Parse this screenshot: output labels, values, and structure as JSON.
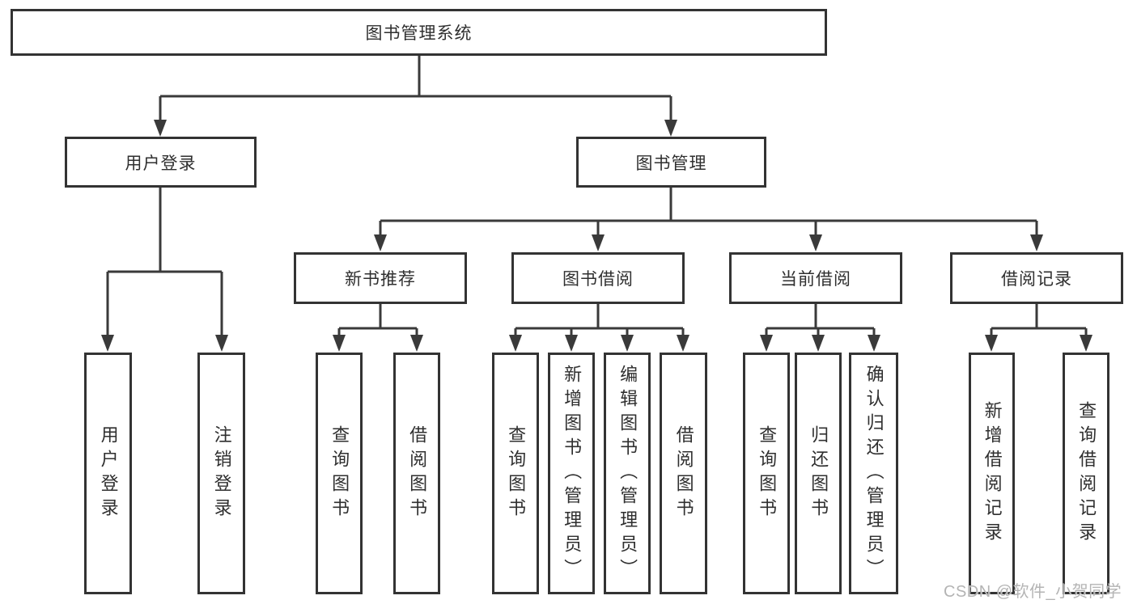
{
  "title": "图书管理系统",
  "colors": {
    "box_border": "#333333",
    "connector": "#3a3a3a",
    "text": "#2f2f2f",
    "watermark": "#b4b4b4",
    "background": "#ffffff"
  },
  "nodes": {
    "root": {
      "label": "图书管理系统"
    },
    "branches": [
      {
        "label": "用户登录",
        "parent": "图书管理系统"
      },
      {
        "label": "图书管理",
        "parent": "图书管理系统"
      }
    ],
    "modules": [
      {
        "label": "新书推荐",
        "parent": "图书管理"
      },
      {
        "label": "图书借阅",
        "parent": "图书管理"
      },
      {
        "label": "当前借阅",
        "parent": "图书管理"
      },
      {
        "label": "借阅记录",
        "parent": "图书管理"
      }
    ],
    "leaves": [
      {
        "label": "用户登录",
        "parent": "用户登录"
      },
      {
        "label": "注销登录",
        "parent": "用户登录"
      },
      {
        "label": "查询图书",
        "parent": "新书推荐"
      },
      {
        "label": "借阅图书",
        "parent": "新书推荐"
      },
      {
        "label": "查询图书",
        "parent": "图书借阅"
      },
      {
        "label": "新增图书（管理员）",
        "parent": "图书借阅"
      },
      {
        "label": "编辑图书（管理员）",
        "parent": "图书借阅"
      },
      {
        "label": "借阅图书",
        "parent": "图书借阅"
      },
      {
        "label": "查询图书",
        "parent": "当前借阅"
      },
      {
        "label": "归还图书",
        "parent": "当前借阅"
      },
      {
        "label": "确认归还（管理员）",
        "parent": "当前借阅"
      },
      {
        "label": "新增借阅记录",
        "parent": "借阅记录"
      },
      {
        "label": "查询借阅记录",
        "parent": "借阅记录"
      }
    ]
  },
  "watermark": {
    "text": "CSDN @软件_小贺同学"
  }
}
